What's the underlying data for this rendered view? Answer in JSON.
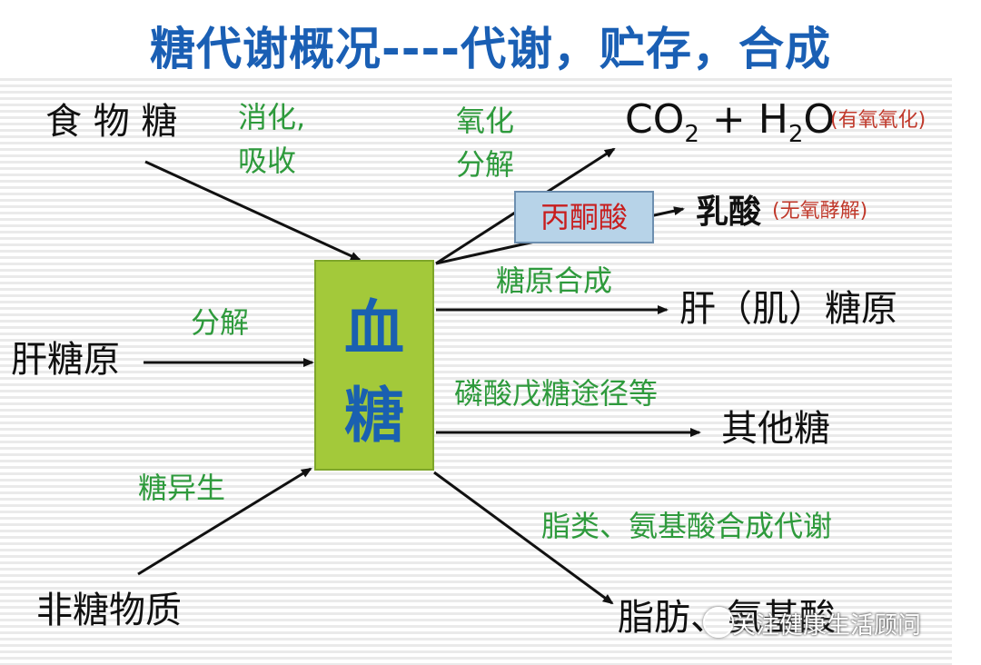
{
  "title": "糖代谢概况----代谢，贮存，合成",
  "center": {
    "line1": "血",
    "line2": "糖"
  },
  "sources": {
    "food": "食 物 糖",
    "glycogen": "肝糖原",
    "nonsugar": "非糖物质"
  },
  "process_in": {
    "digest": "消化,",
    "absorb": "吸收",
    "decompose": "分解",
    "gluconeo": "糖异生"
  },
  "process_out": {
    "oxid1": "氧化",
    "oxid2": "分解",
    "pyruvate": "丙酮酸",
    "glycogenesis": "糖原合成",
    "ppp": "磷酸戊糖途径等",
    "lipid_amino": "脂类、氨基酸合成代谢"
  },
  "products": {
    "co2": "CO",
    "sub2": "2",
    "plus_h": " + H",
    "o": "O",
    "aerobic": "(有氧氧化)",
    "lactate": "乳酸",
    "anaerobic": "(无氧酵解)",
    "liver_glycogen": "肝（肌）糖原",
    "other_sugar": "其他糖",
    "fat_amino": "脂肪、氨基酸"
  },
  "watermark": "关注健康生活顾问",
  "colors": {
    "title": "#1a5fb4",
    "process": "#2e9a3c",
    "box": "#a3c93a",
    "note": "#c0392b"
  }
}
